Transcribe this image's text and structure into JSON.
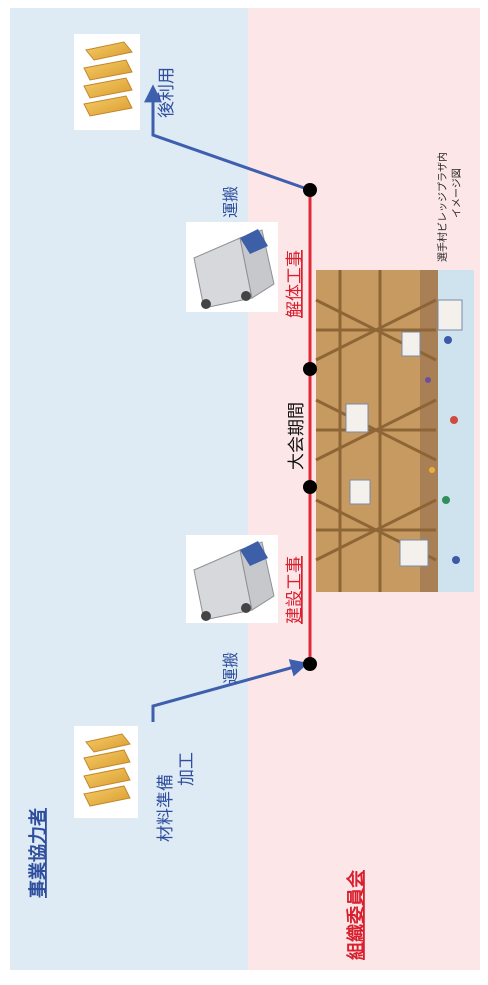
{
  "lanes": {
    "contractor_label": "事業協力者",
    "committee_label": "組織委員会"
  },
  "steps": {
    "material_prep": "材料準備\n加工",
    "transport_1": "運搬",
    "construction": "建設工事",
    "games_period": "大会期間",
    "demolition": "解体工事",
    "transport_2": "運搬",
    "reuse": "後利用"
  },
  "caption": {
    "line1": "選手村ビレッジプラザ内",
    "line2": "イメージ図"
  },
  "colors": {
    "contractor_zone": "#deeaf4",
    "committee_zone": "#fde6e8",
    "flow_arrow": "#3e5fae",
    "timeline": "#e02a3a",
    "blue_text": "#2f4f9e",
    "red_text": "#d8202f"
  },
  "icons": [
    "lumber-stack-icon",
    "truck-icon",
    "plaza-illustration"
  ]
}
